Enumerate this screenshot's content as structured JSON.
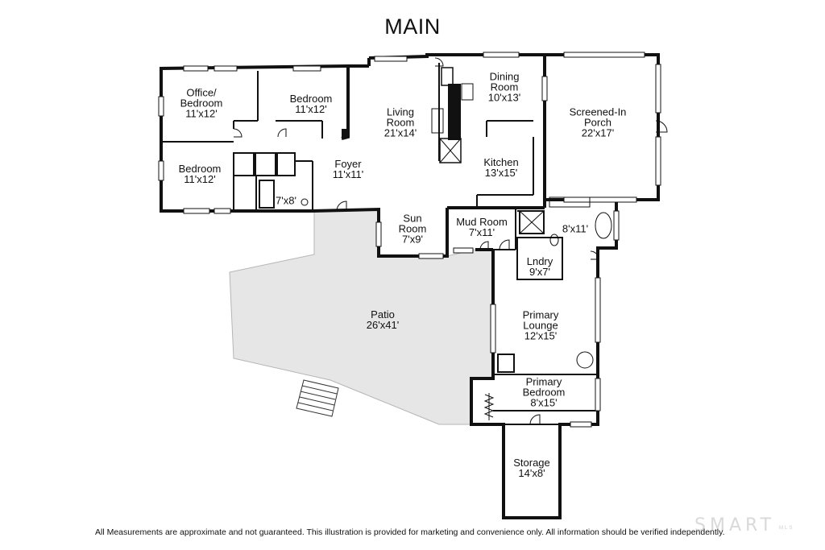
{
  "title": "MAIN",
  "rooms": [
    {
      "name": "Office/\nBedroom",
      "size": "11'x12'"
    },
    {
      "name": "Bedroom",
      "size": "11'x12'"
    },
    {
      "name": "Bedroom",
      "size": "11'x12'"
    },
    {
      "name": "",
      "size": "7'x8'"
    },
    {
      "name": "Living\nRoom",
      "size": "21'x14'"
    },
    {
      "name": "Foyer",
      "size": "11'x11'"
    },
    {
      "name": "Dining\nRoom",
      "size": "10'x13'"
    },
    {
      "name": "Kitchen",
      "size": "13'x15'"
    },
    {
      "name": "Screened-In\nPorch",
      "size": "22'x17'"
    },
    {
      "name": "Sun\nRoom",
      "size": "7'x9'"
    },
    {
      "name": "Mud Room",
      "size": "7'x11'"
    },
    {
      "name": "",
      "size": "8'x11'"
    },
    {
      "name": "Lndry",
      "size": "9'x7'"
    },
    {
      "name": "Patio",
      "size": "26'x41'"
    },
    {
      "name": "Primary\nLounge",
      "size": "12'x15'"
    },
    {
      "name": "Primary\nBedroom",
      "size": "8'x15'"
    },
    {
      "name": "Storage",
      "size": "14'x8'"
    }
  ],
  "disclaimer": "All Measurements are approximate and not guaranteed.  This illustration is provided for marketing and convenience only.  All information should be verified independently.",
  "brand": "SMART",
  "brand_sub": "MLS"
}
